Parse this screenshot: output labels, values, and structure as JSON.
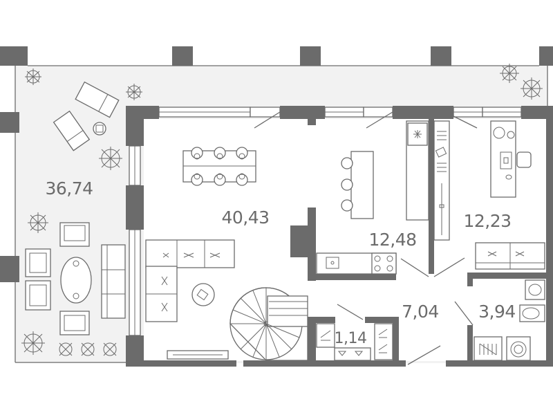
{
  "rooms": [
    {
      "id": "terrace",
      "area": "36,74"
    },
    {
      "id": "living",
      "area": "40,43"
    },
    {
      "id": "kitchen",
      "area": "12,48"
    },
    {
      "id": "bedroom",
      "area": "12,23"
    },
    {
      "id": "hall",
      "area": "7,04"
    },
    {
      "id": "bathroom",
      "area": "3,94"
    },
    {
      "id": "wardrobe",
      "area": "1,14"
    }
  ],
  "colors": {
    "wall": "#6b6b6b",
    "terrace_floor": "#f2f2f2",
    "room_floor": "#ffffff"
  }
}
